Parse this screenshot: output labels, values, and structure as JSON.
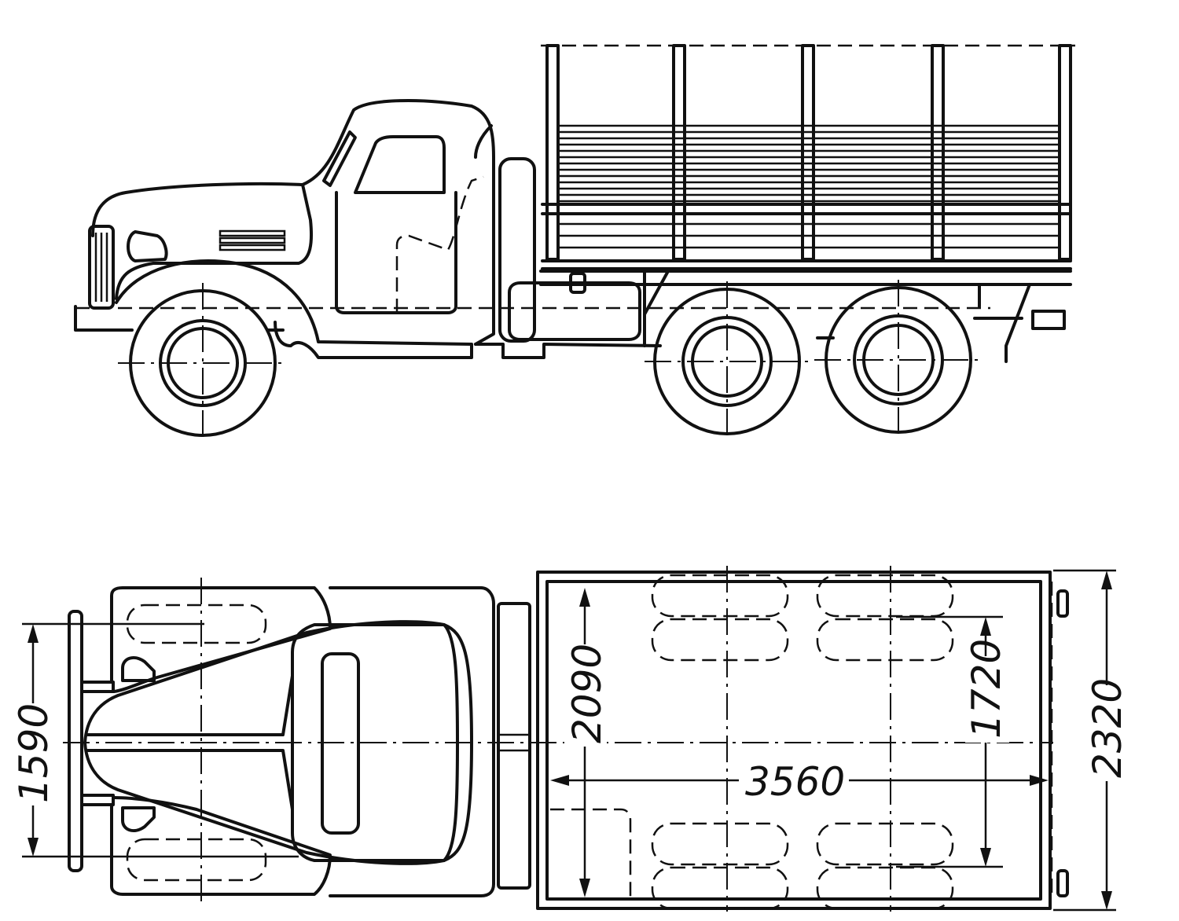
{
  "dimensions": {
    "front_track": "1590",
    "rear_track": "1720",
    "body_inner_width": "2090",
    "body_inner_length": "3560",
    "overall_width": "2320"
  },
  "colors": {
    "ink": "#111111",
    "paper": "#ffffff"
  }
}
